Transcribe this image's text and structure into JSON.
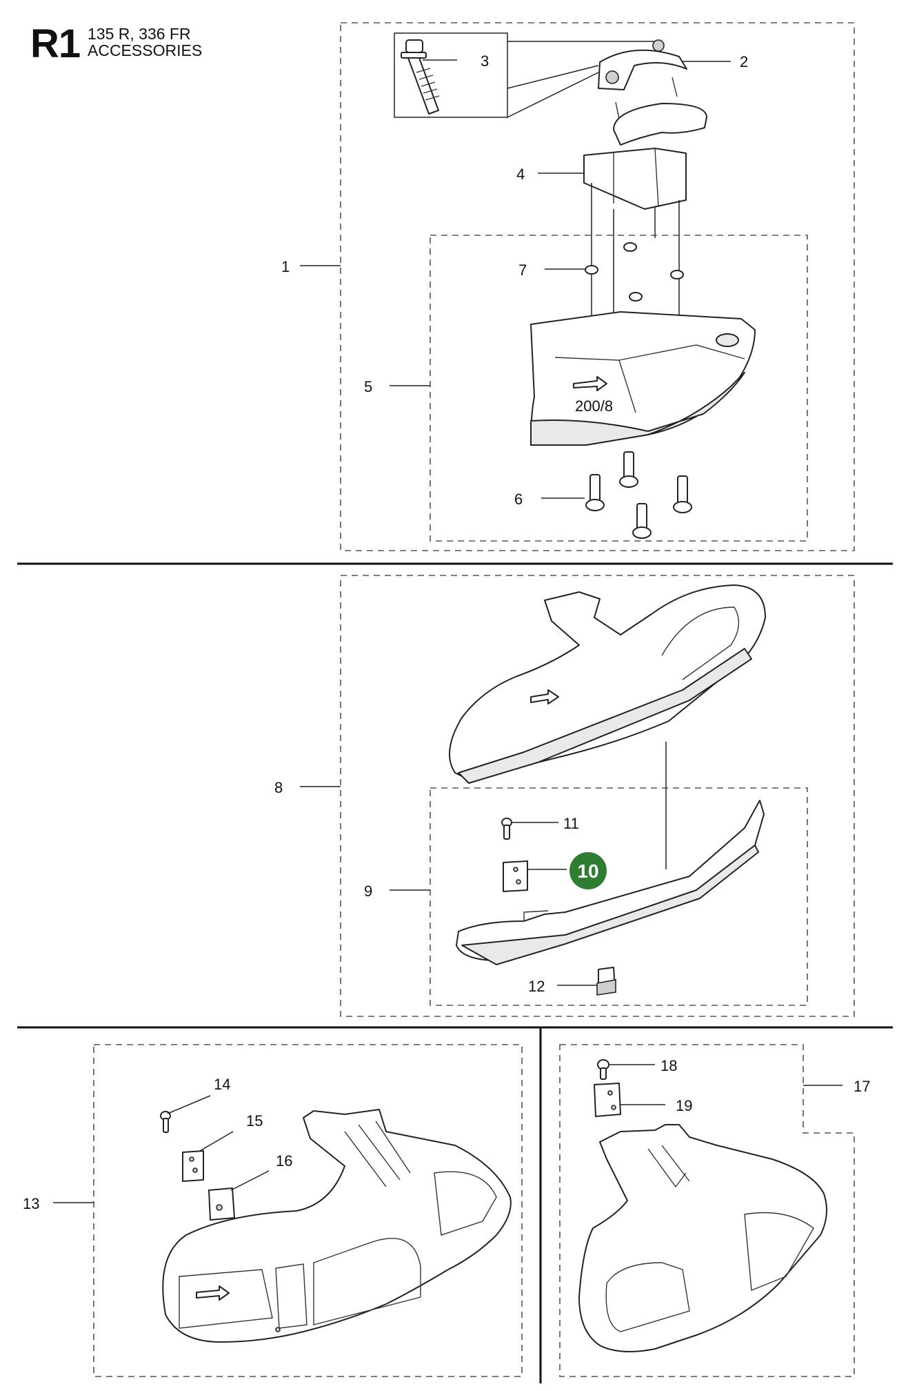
{
  "header": {
    "section_code": "R1",
    "models": "135 R, 336 FR",
    "category": "ACCESSORIES"
  },
  "callouts": [
    {
      "id": "c1",
      "label": "1"
    },
    {
      "id": "c2",
      "label": "2"
    },
    {
      "id": "c3",
      "label": "3"
    },
    {
      "id": "c4",
      "label": "4"
    },
    {
      "id": "c5",
      "label": "5"
    },
    {
      "id": "c6",
      "label": "6"
    },
    {
      "id": "c7",
      "label": "7"
    },
    {
      "id": "c8",
      "label": "8"
    },
    {
      "id": "c9",
      "label": "9"
    },
    {
      "id": "c10",
      "label": "10",
      "highlighted": true
    },
    {
      "id": "c11",
      "label": "11"
    },
    {
      "id": "c12",
      "label": "12"
    },
    {
      "id": "c13",
      "label": "13"
    },
    {
      "id": "c14",
      "label": "14"
    },
    {
      "id": "c15",
      "label": "15"
    },
    {
      "id": "c16",
      "label": "16"
    },
    {
      "id": "c17",
      "label": "17"
    },
    {
      "id": "c18",
      "label": "18"
    },
    {
      "id": "c19",
      "label": "19"
    }
  ],
  "guard_marking": "200/8",
  "colors": {
    "highlight": "#2e7d32",
    "line": "#222222",
    "dashed_box": "#555555"
  }
}
